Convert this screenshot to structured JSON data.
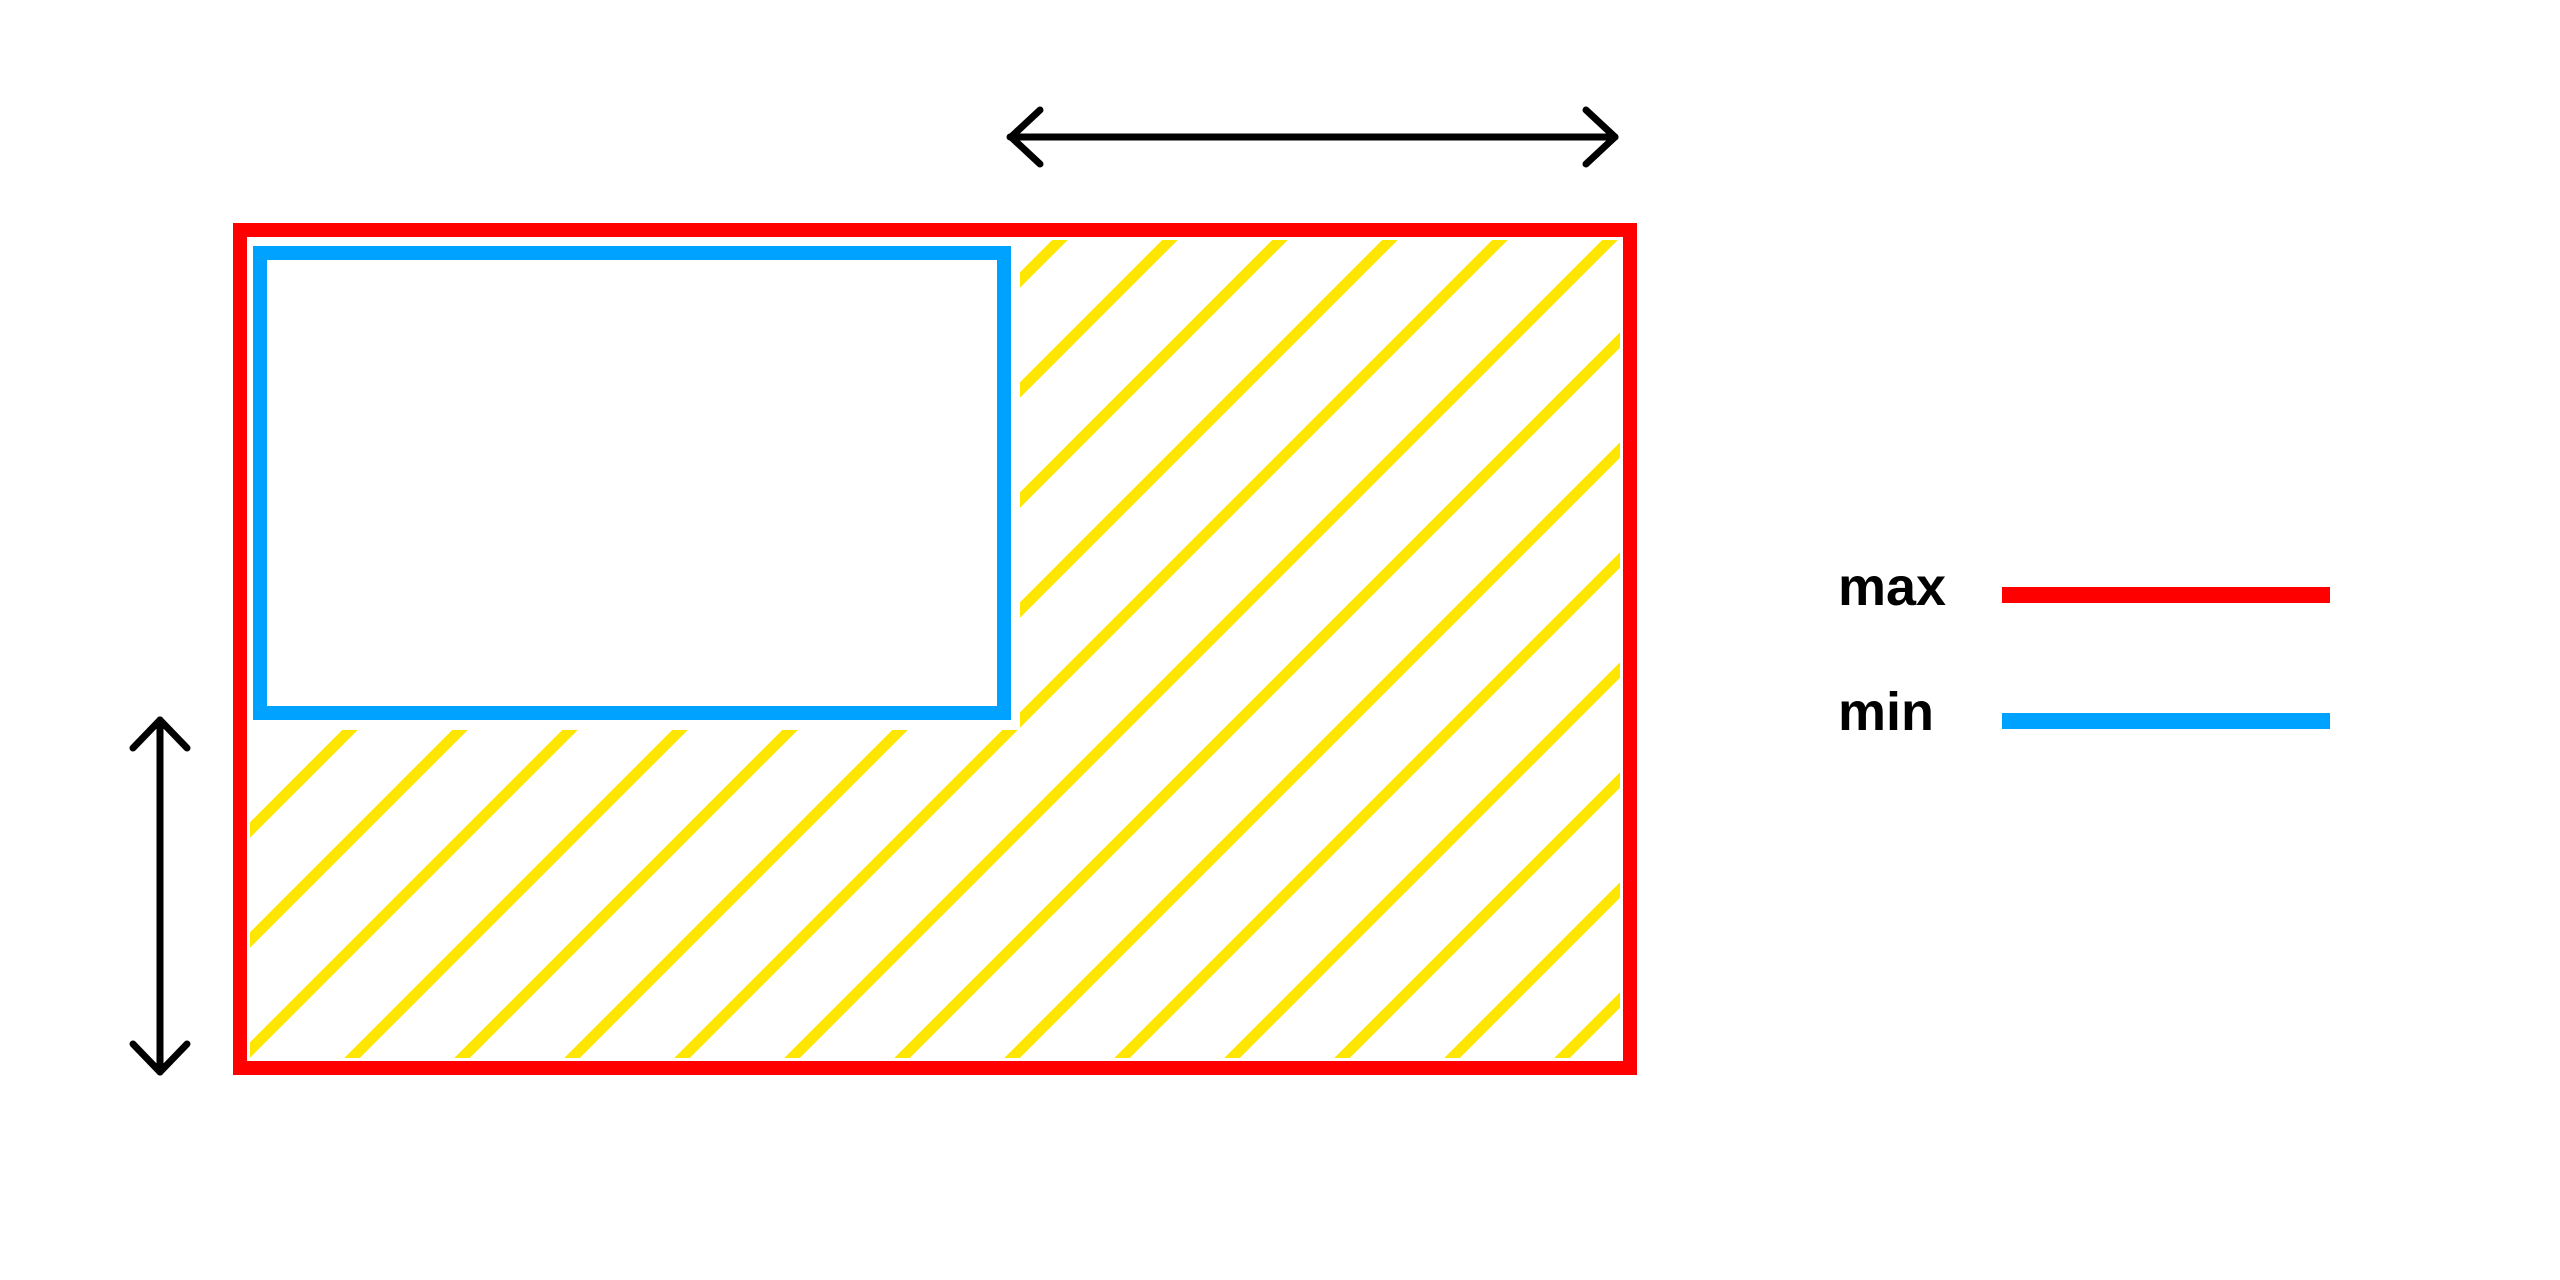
{
  "legend": {
    "max": {
      "label": "max",
      "color": "#ff0000"
    },
    "min": {
      "label": "min",
      "color": "#00a2ff"
    }
  },
  "hatch": {
    "color": "#ffe600"
  },
  "arrows": {
    "color": "#000000",
    "horizontal": "double-headed-arrow",
    "vertical": "double-headed-arrow"
  }
}
